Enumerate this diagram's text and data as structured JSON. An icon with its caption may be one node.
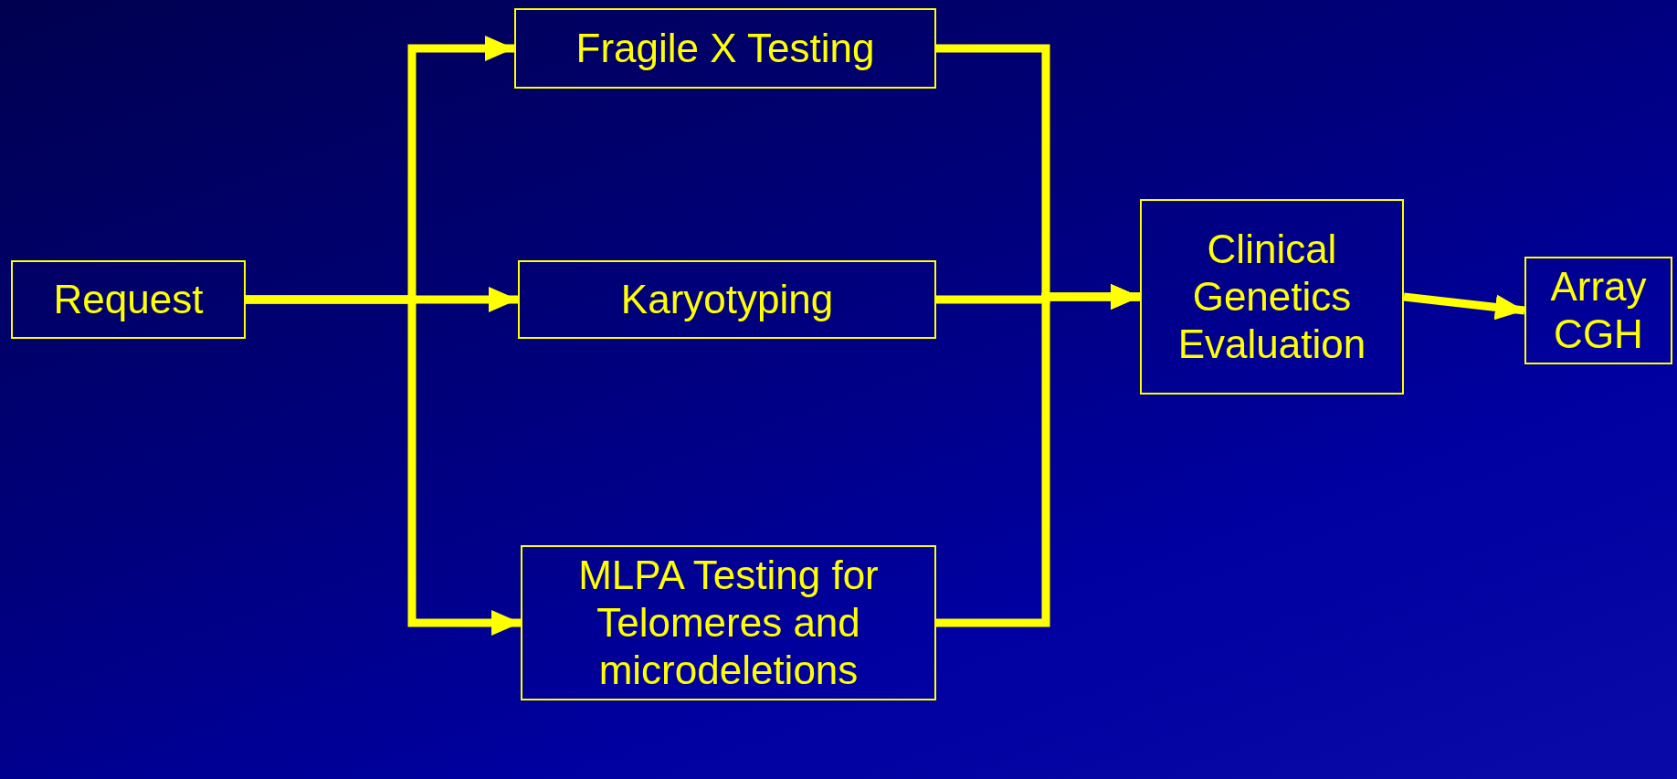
{
  "diagram": {
    "nodes": [
      {
        "text": [
          "Request"
        ]
      },
      {
        "text": [
          "Fragile X Testing"
        ]
      },
      {
        "text": [
          "Karyotyping"
        ]
      },
      {
        "text": [
          "MLPA Testing for Telomeres and microdeletions"
        ]
      },
      {
        "text": [
          "Clinical Genetics Evaluation"
        ]
      },
      {
        "text": [
          "Array CGH"
        ]
      }
    ],
    "edges": [
      {
        "from": 0,
        "to": 1,
        "arrow": "to"
      },
      {
        "from": 0,
        "to": 2,
        "arrow": "to"
      },
      {
        "from": 0,
        "to": 3,
        "arrow": "to"
      },
      {
        "from": 1,
        "to": 4,
        "arrow": "to"
      },
      {
        "from": 2,
        "to": 4,
        "arrow": "to"
      },
      {
        "from": 3,
        "to": 4,
        "arrow": "to"
      },
      {
        "from": 4,
        "to": 5,
        "arrow": "to"
      }
    ]
  }
}
